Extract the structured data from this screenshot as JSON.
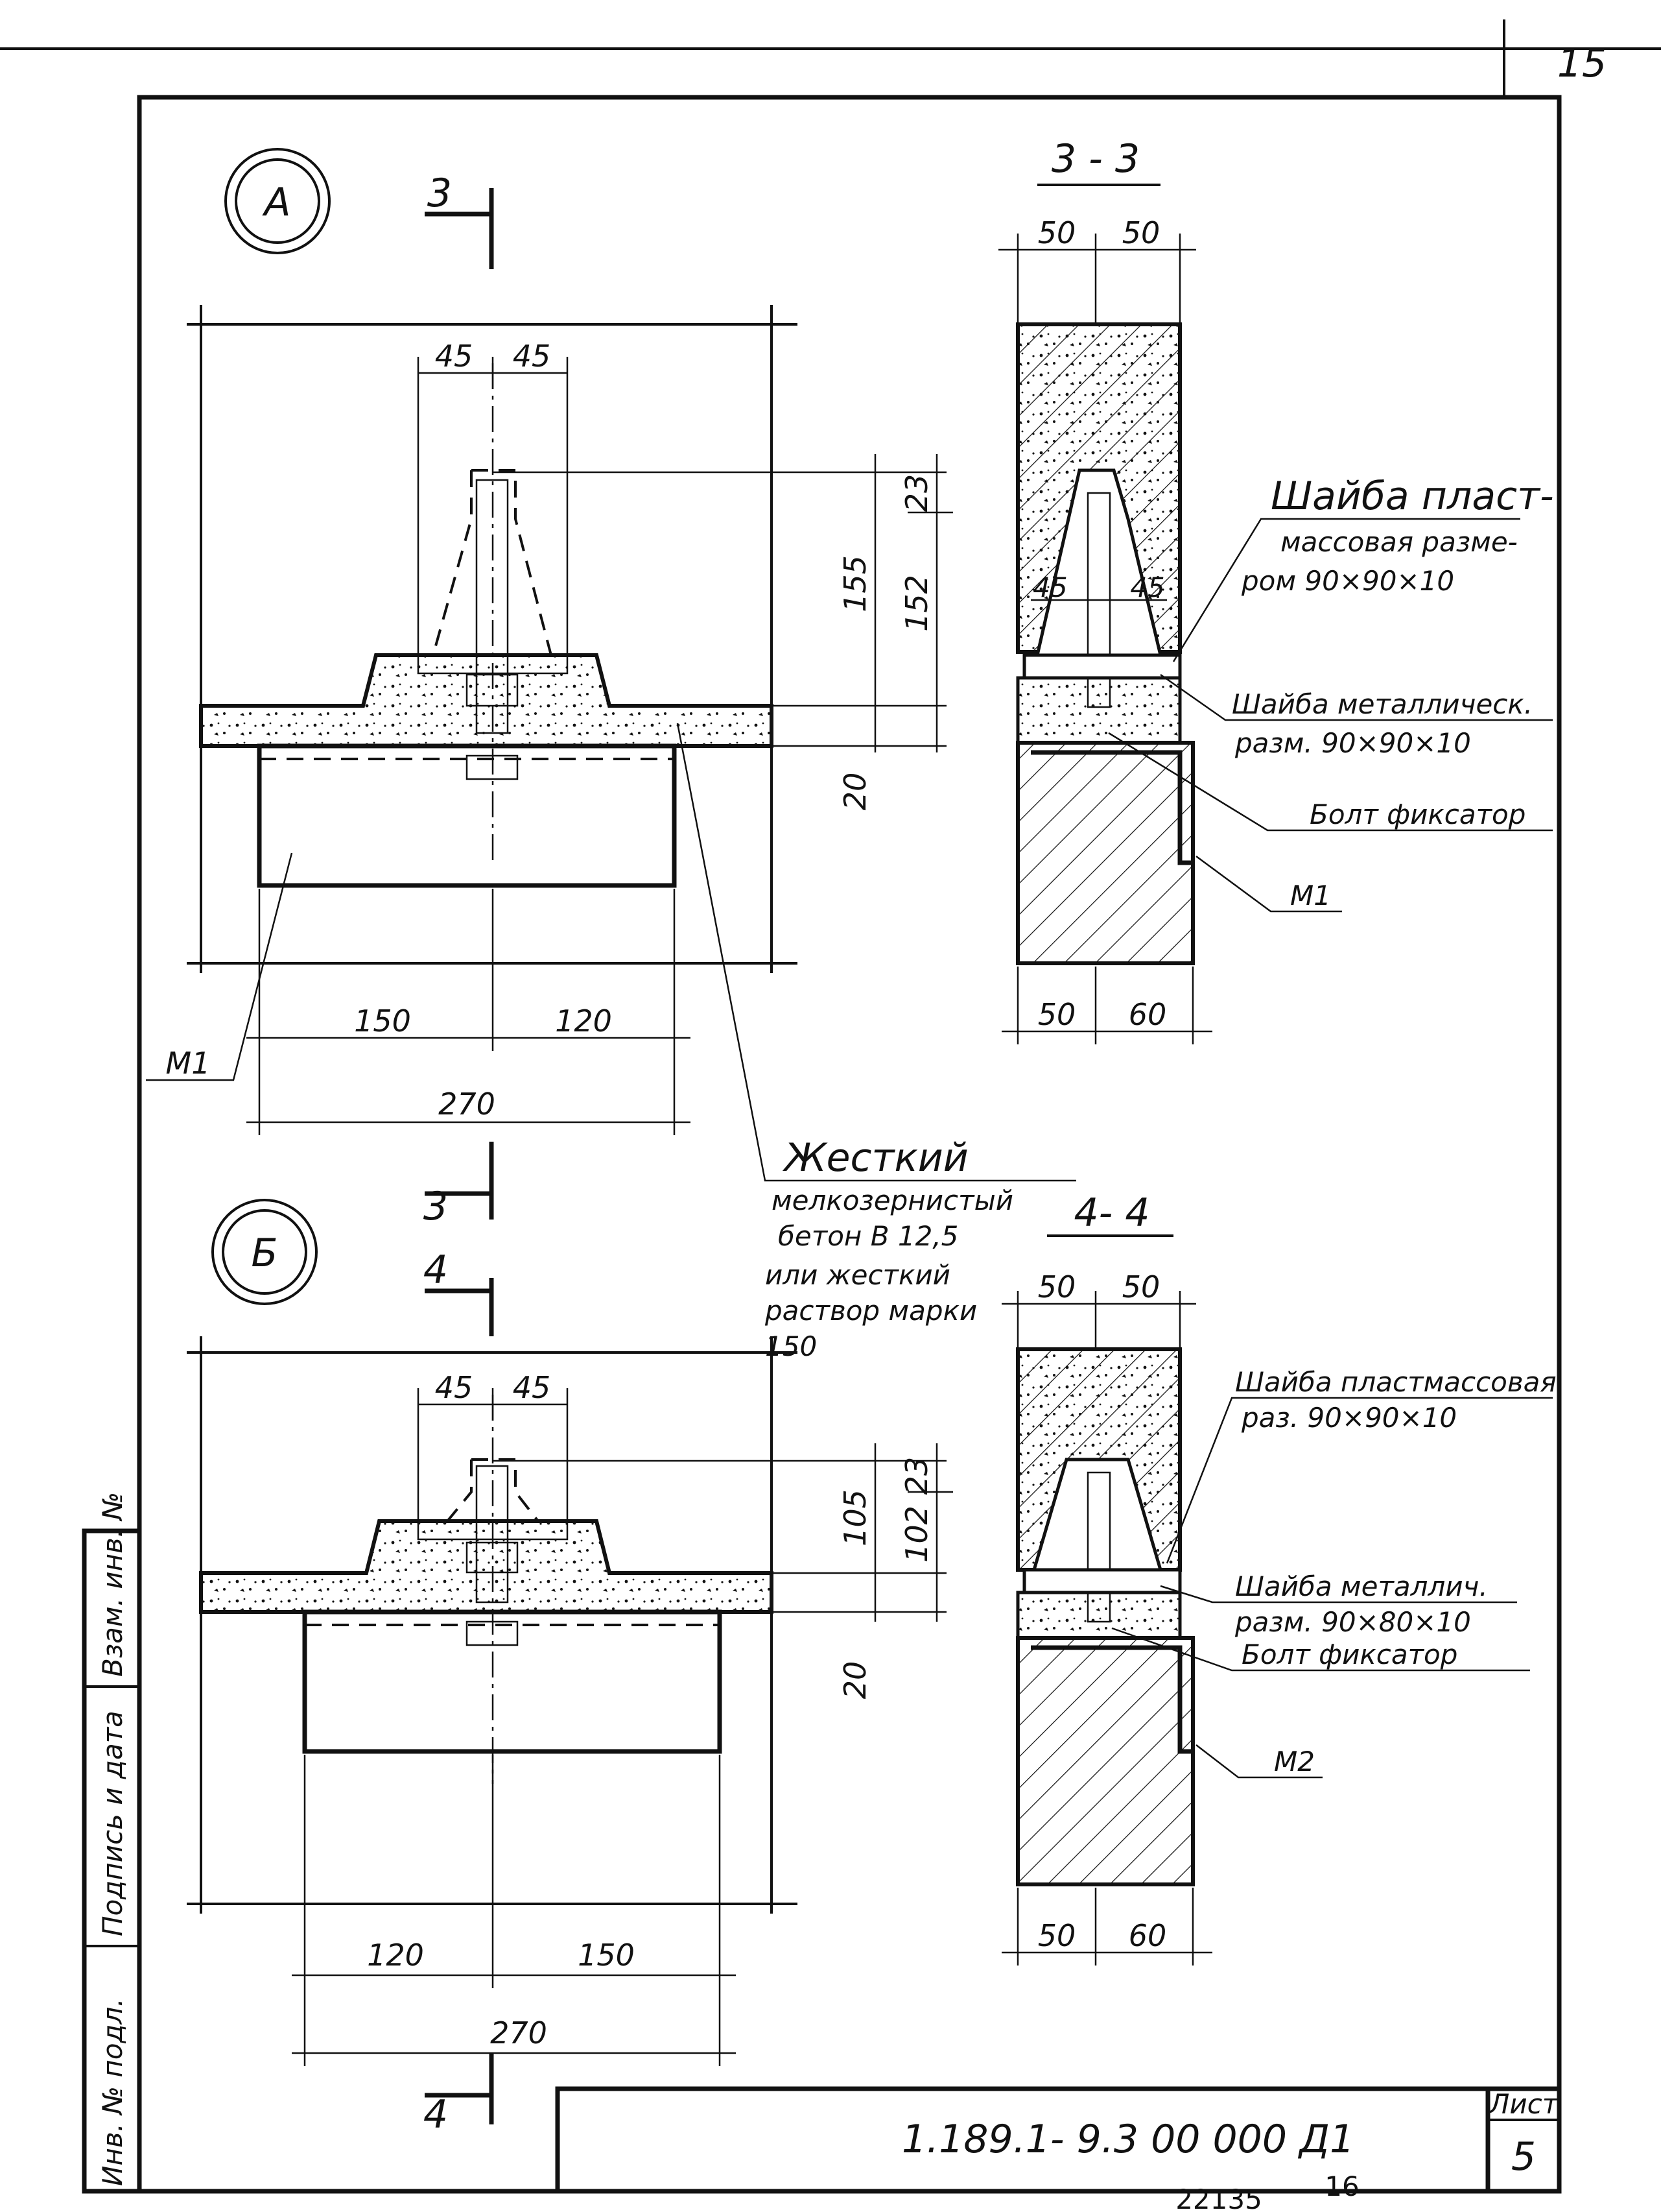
{
  "sheet": {
    "page_corner_number": "15",
    "footer_numbers": [
      "22135",
      "16"
    ],
    "doc_code": "1.189.1- 9.3  00 000 Д1",
    "sheet_label": "Лист",
    "sheet_number": "5",
    "side_stamp": [
      "Инв. № подл.",
      "Подпись и дата",
      "Взам. инв. №"
    ]
  },
  "detail_a": {
    "marker": "А",
    "cut_label": "3",
    "dims_top": [
      "45",
      "45"
    ],
    "dims_right": [
      "155",
      "152",
      "23",
      "20"
    ],
    "dims_bottom": [
      "150",
      "120",
      "270"
    ],
    "m_label": "М1"
  },
  "detail_b": {
    "marker": "Б",
    "cut_labels": [
      "3",
      "4",
      "4"
    ],
    "dims_top": [
      "45",
      "45"
    ],
    "dims_right": [
      "105",
      "102",
      "23",
      "20"
    ],
    "dims_bottom": [
      "120",
      "150",
      "270"
    ]
  },
  "concrete_note": [
    "Жесткий",
    "мелкозернистый",
    "бетон В 12,5",
    "или жесткий",
    "раствор марки",
    "150"
  ],
  "section_33": {
    "title": "3 - 3",
    "dims_top": [
      "50",
      "50"
    ],
    "dims_inner": [
      "45",
      "45"
    ],
    "dims_bottom": [
      "50",
      "60"
    ],
    "notes": [
      [
        "Шайба пласт-",
        "массовая разме-",
        "ром  90×90×10"
      ],
      [
        "Шайба металлическ.",
        "разм.  90×90×10"
      ],
      [
        "Болт фиксатор"
      ],
      [
        "М1"
      ]
    ]
  },
  "section_44": {
    "title": "4- 4",
    "dims_top": [
      "50",
      "50"
    ],
    "dims_bottom": [
      "50",
      "60"
    ],
    "notes": [
      [
        "Шайба пластмассовая",
        "раз.  90×90×10"
      ],
      [
        "Шайба металлич.",
        "разм. 90×80×10"
      ],
      [
        "Болт фиксатор"
      ],
      [
        "М2"
      ]
    ]
  }
}
